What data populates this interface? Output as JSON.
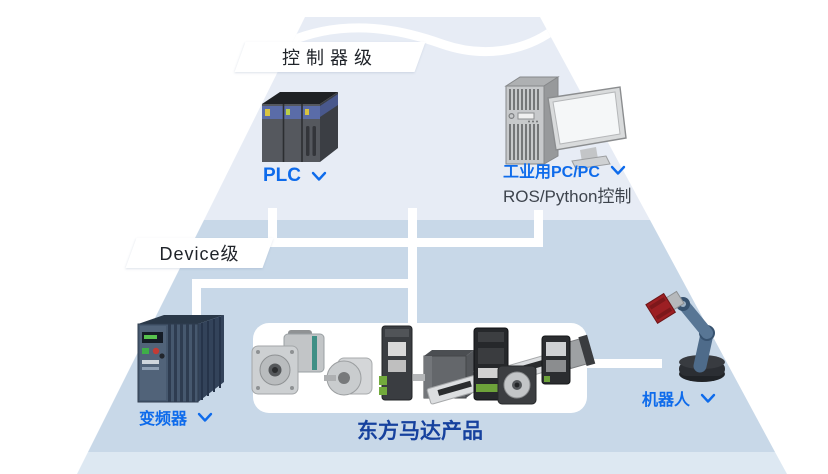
{
  "banners": {
    "controller": "控制器级",
    "device": "Device级"
  },
  "nodes": {
    "plc": {
      "label": "PLC"
    },
    "industrial_pc": {
      "label": "工业用PC/PC",
      "sublabel": "ROS/Python控制"
    },
    "inverter": {
      "label": "变频器"
    },
    "oriental_motor_products": {
      "label": "东方马达产品"
    },
    "robot": {
      "label": "机器人"
    }
  },
  "colors": {
    "accent_blue": "#0e6beb",
    "products_navy": "#16419e",
    "subtext_gray": "#3e444d",
    "pyramid_top": "#e7ecf5",
    "pyramid_mid": "#c8d8e8",
    "pyramid_base": "#dde8f2",
    "connector_white": "#ffffff"
  }
}
